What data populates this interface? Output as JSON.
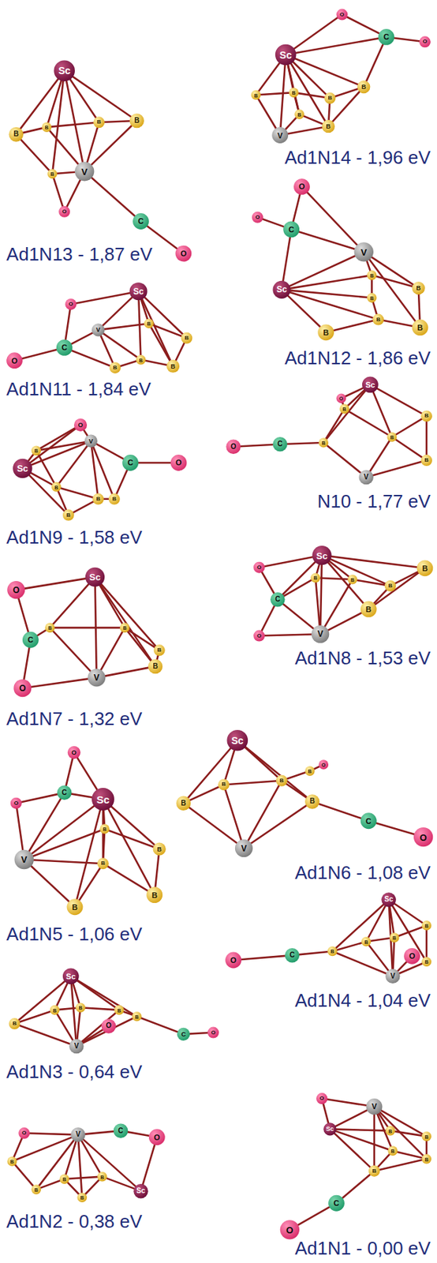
{
  "diagram": {
    "labels": [
      "Ad1N13 - 1,87 eV",
      "Sc",
      "B",
      "B",
      "B",
      "B",
      "B",
      "V",
      "O",
      "C",
      "O",
      "Ad1N14 - 1,96 eV",
      "O",
      "C",
      "O",
      "Sc",
      "B",
      "B",
      "B",
      "B",
      "B",
      "B",
      "V",
      "Ad1N12 - 1,86 eV",
      "O",
      "O",
      "C",
      "V",
      "B",
      "Sc",
      "B",
      "B",
      "B",
      "B",
      "B",
      "Ad1N11 - 1,84 eV",
      "O",
      "Sc",
      "V",
      "B",
      "B",
      "O",
      "C",
      "B",
      "B",
      "B",
      "N10 - 1,77 eV",
      "Sc",
      "O",
      "B",
      "B",
      "B",
      "B",
      "B",
      "V",
      "C",
      "O",
      "Ad1N9 - 1,58 eV",
      "O",
      "V",
      "C",
      "O",
      "Sc",
      "B",
      "B",
      "B",
      "B",
      "B",
      "Ad1N8 - 1,53 eV",
      "Sc",
      "O",
      "B",
      "C",
      "B",
      "B",
      "B",
      "O",
      "B",
      "V",
      "Ad1N7 - 1,32 eV",
      "O",
      "Sc",
      "B",
      "B",
      "C",
      "B",
      "B",
      "V",
      "O",
      "Ad1N6 - 1,08 eV",
      "Sc",
      "B",
      "B",
      "B",
      "B",
      "O",
      "V",
      "B",
      "C",
      "O",
      "Ad1N5 - 1,06 eV",
      "O",
      "O",
      "C",
      "Sc",
      "B",
      "V",
      "B",
      "B",
      "B",
      "B",
      "Ad1N4 - 1,04 eV",
      "Sc",
      "B",
      "O",
      "C",
      "B",
      "B",
      "B",
      "O",
      "B",
      "V",
      "Ad1N3 - 0,64 eV",
      "Sc",
      "B",
      "B",
      "B",
      "B",
      "O",
      "B",
      "V",
      "C",
      "O",
      "Ad1N2 - 0,38 eV",
      "O",
      "V",
      "C",
      "O",
      "B",
      "B",
      "B",
      "B",
      "B",
      "Sc",
      "Ad1N1 - 0,00 eV",
      "O",
      "V",
      "Sc",
      "B",
      "B",
      "B",
      "B",
      "B",
      "C",
      "O"
    ]
  }
}
